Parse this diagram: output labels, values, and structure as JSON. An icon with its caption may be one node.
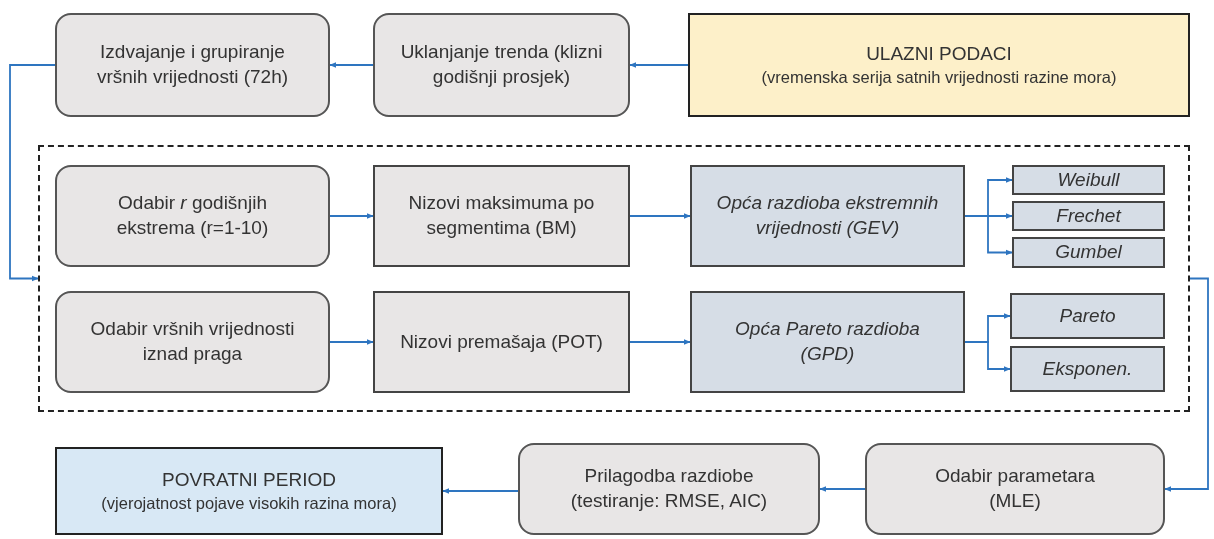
{
  "diagram": {
    "nodes": [
      {
        "text": [
          "ULAZNI PODACI",
          "(vremenska serija satnih vrijednosti razine mora)"
        ]
      },
      {
        "text": [
          "Uklanjanje trenda (klizni godišnji prosjek)"
        ]
      },
      {
        "text": [
          "Izdvajanje i grupiranje vršnih vrijednosti (72h)"
        ]
      },
      {
        "text": [],
        "shape": "box"
      },
      {
        "text": [
          "Odabir *r* godišnjih ekstrema (r=1-10)"
        ],
        "in": 3
      },
      {
        "text": [
          "Nizovi maksimuma po segmentima (BM)"
        ],
        "in": 3
      },
      {
        "text": [
          "Opća razdioba ekstremnih vrijednosti (GEV)"
        ],
        "in": 3
      },
      {
        "text": [
          "Weibull"
        ],
        "in": 3
      },
      {
        "text": [
          "Frechet"
        ],
        "in": 3
      },
      {
        "text": [
          "Gumbel"
        ],
        "in": 3
      },
      {
        "text": [
          "Odabir vršnih vrijednosti iznad praga"
        ],
        "in": 3
      },
      {
        "text": [
          "Nizovi premašaja (POT)"
        ],
        "in": 3
      },
      {
        "text": [
          "Opća Pareto razdioba (GPD)"
        ],
        "in": 3
      },
      {
        "text": [
          "Pareto"
        ],
        "in": 3
      },
      {
        "text": [
          "Eksponen."
        ],
        "in": 3
      },
      {
        "text": [
          "Odabir parametara (MLE)"
        ]
      },
      {
        "text": [
          "Prilagodba razdiobe (testiranje: RMSE, AIC)"
        ]
      },
      {
        "text": [
          "POVRATNI PERIOD",
          "(vjerojatnost pojave visokih razina mora)"
        ]
      }
    ],
    "edges": [
      {
        "from": 0,
        "to": 1,
        "arrow": "to"
      },
      {
        "from": 1,
        "to": 2,
        "arrow": "to"
      },
      {
        "from": 2,
        "to": 3,
        "arrow": "to"
      },
      {
        "from": 4,
        "to": 5,
        "arrow": "to"
      },
      {
        "from": 5,
        "to": 6,
        "arrow": "to"
      },
      {
        "from": 6,
        "to": 7,
        "arrow": "to"
      },
      {
        "from": 6,
        "to": 8,
        "arrow": "to"
      },
      {
        "from": 6,
        "to": 9,
        "arrow": "to"
      },
      {
        "from": 10,
        "to": 11,
        "arrow": "to"
      },
      {
        "from": 11,
        "to": 12,
        "arrow": "to"
      },
      {
        "from": 12,
        "to": 13,
        "arrow": "to"
      },
      {
        "from": 12,
        "to": 14,
        "arrow": "to"
      },
      {
        "from": 3,
        "to": 15,
        "arrow": "to"
      },
      {
        "from": 15,
        "to": 16,
        "arrow": "to"
      },
      {
        "from": 16,
        "to": 17,
        "arrow": "to"
      }
    ]
  }
}
